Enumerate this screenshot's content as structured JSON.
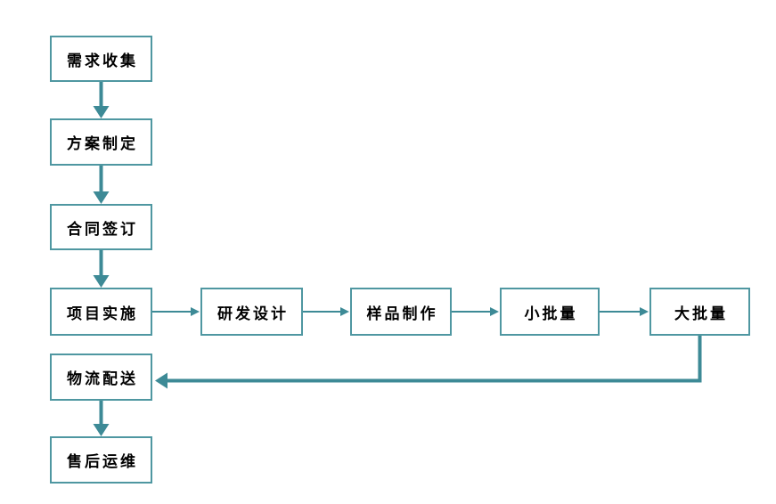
{
  "diagram": {
    "type": "flowchart",
    "colors": {
      "background": "#ffffff",
      "box_fill": "#ffffff",
      "box_border": "#4f97a1",
      "connector": "#3d8a96",
      "text": "#000000"
    },
    "nodes": [
      {
        "id": "requirements-collection",
        "label": "需求收集"
      },
      {
        "id": "plan-formulation",
        "label": "方案制定"
      },
      {
        "id": "contract-signing",
        "label": "合同签订"
      },
      {
        "id": "project-implementation",
        "label": "项目实施"
      },
      {
        "id": "rd-design",
        "label": "研发设计"
      },
      {
        "id": "sample-production",
        "label": "样品制作"
      },
      {
        "id": "small-batch",
        "label": "小批量"
      },
      {
        "id": "large-batch",
        "label": "大批量"
      },
      {
        "id": "logistics-delivery",
        "label": "物流配送"
      },
      {
        "id": "after-sales-maintenance",
        "label": "售后运维"
      }
    ],
    "edges": [
      {
        "from": "需求收集",
        "to": "方案制定",
        "style": "straight-down"
      },
      {
        "from": "方案制定",
        "to": "合同签订",
        "style": "straight-down"
      },
      {
        "from": "合同签订",
        "to": "项目实施",
        "style": "straight-down"
      },
      {
        "from": "项目实施",
        "to": "研发设计",
        "style": "straight-right"
      },
      {
        "from": "研发设计",
        "to": "样品制作",
        "style": "straight-right"
      },
      {
        "from": "样品制作",
        "to": "小批量",
        "style": "straight-right"
      },
      {
        "from": "小批量",
        "to": "大批量",
        "style": "straight-right"
      },
      {
        "from": "大批量",
        "to": "物流配送",
        "style": "elbow-down-left"
      },
      {
        "from": "物流配送",
        "to": "售后运维",
        "style": "straight-down"
      }
    ]
  }
}
